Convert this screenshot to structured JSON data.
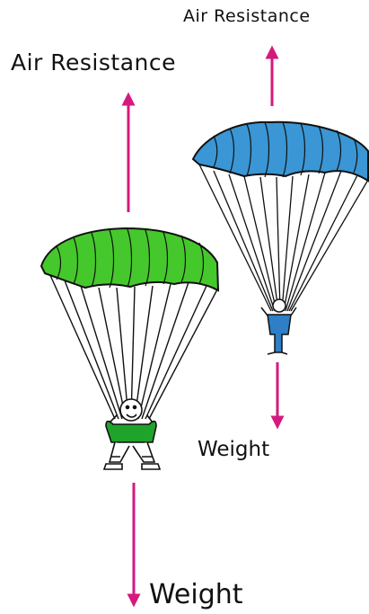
{
  "labels": {
    "right_air_resistance": "Air Resistance",
    "left_air_resistance": "Air Resistance",
    "right_weight": "Weight",
    "left_weight": "Weight"
  },
  "colors": {
    "arrow": "#d6197f",
    "left_canopy": "#45c82b",
    "right_canopy": "#3a96d4",
    "left_jumper": "#1fa32a",
    "right_jumper": "#2f7fc6",
    "outline": "#111111"
  }
}
